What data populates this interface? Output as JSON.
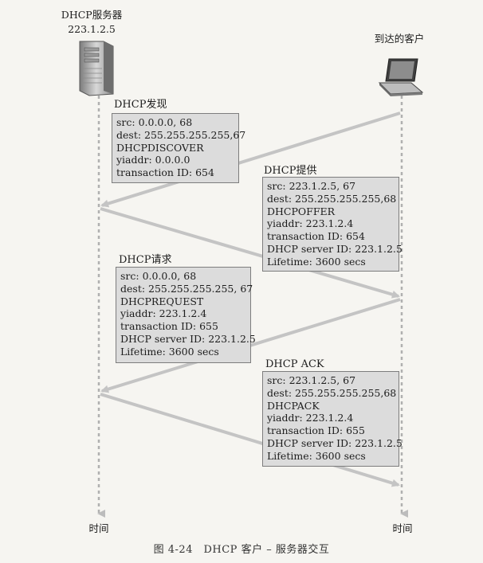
{
  "server": {
    "title": "DHCP服务器",
    "ip": "223.1.2.5"
  },
  "client": {
    "title": "到达的客户"
  },
  "messages": [
    {
      "title": "DHCP发现",
      "lines": [
        "src: 0.0.0.0, 68",
        "dest: 255.255.255.255,67",
        "DHCPDISCOVER",
        "yiaddr: 0.0.0.0",
        "transaction ID: 654"
      ]
    },
    {
      "title": "DHCP提供",
      "lines": [
        "src: 223.1.2.5, 67",
        "dest: 255.255.255.255,68",
        "DHCPOFFER",
        "yiaddr: 223.1.2.4",
        "transaction ID: 654",
        "DHCP server ID: 223.1.2.5",
        "Lifetime: 3600 secs"
      ]
    },
    {
      "title": "DHCP请求",
      "lines": [
        "src: 0.0.0.0, 68",
        "dest: 255.255.255.255, 67",
        "DHCPREQUEST",
        "yiaddr: 223.1.2.4",
        "transaction ID: 655",
        "DHCP server ID: 223.1.2.5",
        "Lifetime: 3600 secs"
      ]
    },
    {
      "title": "DHCP ACK",
      "lines": [
        "src: 223.1.2.5, 67",
        "dest: 255.255.255.255,68",
        "DHCPACK",
        "yiaddr: 223.1.2.4",
        "transaction ID: 655",
        "DHCP server ID: 223.1.2.5",
        "Lifetime: 3600 secs"
      ]
    }
  ],
  "time_label": "时间",
  "caption": "图 4-24　DHCP 客户 – 服务器交互",
  "colors": {
    "arrow": "#c4c4c4",
    "box_fill": "#dcdcdc",
    "box_border": "#7d7d7d",
    "timeline": "#b0b0b0"
  },
  "icons": {
    "server": "server-tower-icon",
    "client": "laptop-icon"
  }
}
